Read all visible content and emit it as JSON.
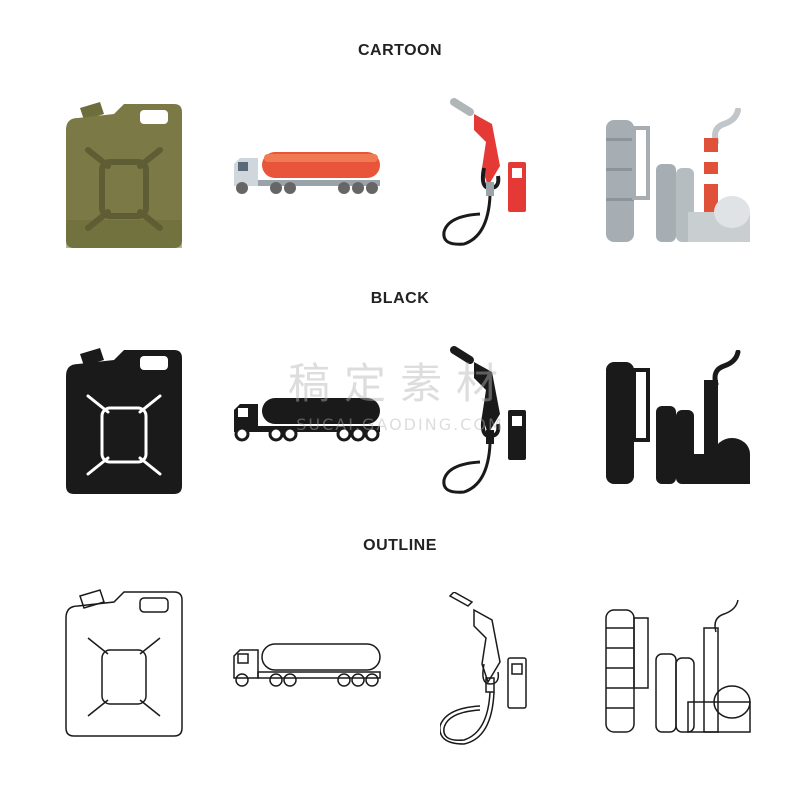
{
  "sections": {
    "cartoon": {
      "label": "CARTOON"
    },
    "black": {
      "label": "BLACK"
    },
    "outline": {
      "label": "OUTLINE"
    }
  },
  "icons": [
    "jerrycan-icon",
    "tanker-truck-icon",
    "fuel-nozzle-icon",
    "refinery-icon"
  ],
  "colors": {
    "can": "#7b7a46",
    "can_dark": "#5e5d33",
    "tank": "#e8553a",
    "tank_light": "#f07a52",
    "cab": "#cfd6dc",
    "wheel": "#666666",
    "nozzle_red": "#e53935",
    "nozzle_grey": "#b0b5b8",
    "refinery_grey": "#a6aeb3",
    "chimney_red": "#e0513a",
    "black": "#1a1a1a"
  },
  "watermark": {
    "cn": "稿定素材",
    "en": "SUCAI.GAODING.COM"
  }
}
